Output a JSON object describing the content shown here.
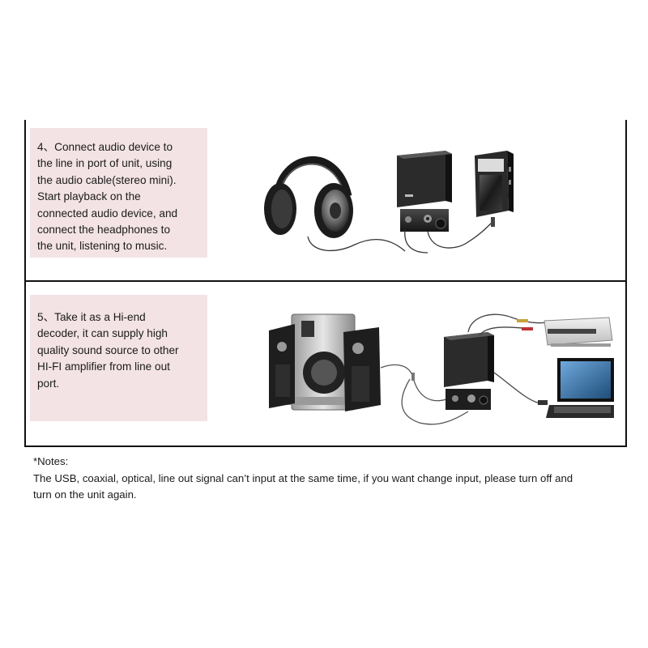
{
  "steps": [
    {
      "lines": [
        "4、Connect audio device to",
        "the line in port of unit, using",
        "the audio cable(stereo mini).",
        "Start playback on the",
        "connected audio device, and",
        "connect the headphones  to",
        "the unit, listening to music."
      ]
    },
    {
      "lines": [
        "5、Take it as a Hi-end",
        "decoder, it can supply high",
        "quality sound  source to other",
        "HI-FI amplifier from line out",
        "port."
      ]
    }
  ],
  "notes": {
    "heading": "*Notes:",
    "line1": "The USB, coaxial, optical, line out signal can’t input at the same time, if you want change input, please turn off and",
    "line2": "turn on the unit again."
  }
}
